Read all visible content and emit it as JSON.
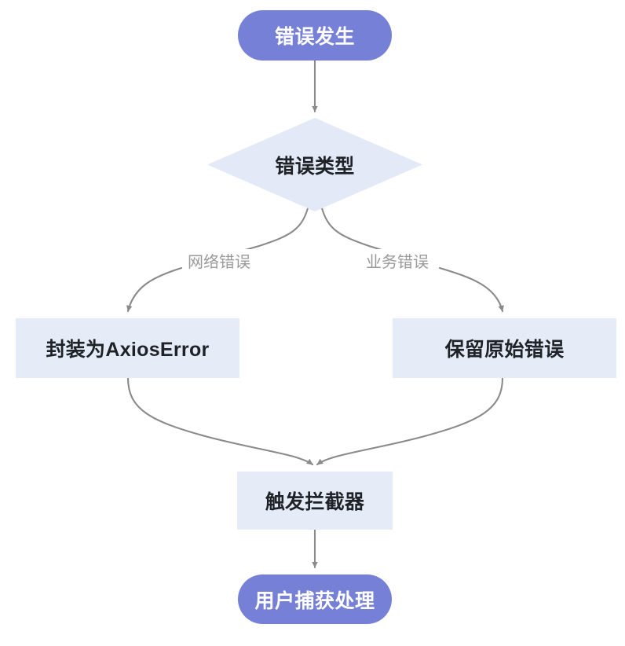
{
  "diagram": {
    "type": "flowchart",
    "direction": "top-to-bottom",
    "background_color": "#ffffff",
    "colors": {
      "terminal_fill": "#7580d6",
      "terminal_text": "#ffffff",
      "process_fill": "#e6ecf7",
      "process_text": "#1f2328",
      "decision_fill": "#e3e9f6",
      "edge_stroke": "#8a8a8a",
      "edge_label_text": "#9a9a9a"
    },
    "nodes": [
      {
        "id": "start",
        "label": "错误发生",
        "shape": "stadium",
        "role": "terminal-start"
      },
      {
        "id": "decision",
        "label": "错误类型",
        "shape": "diamond",
        "role": "decision"
      },
      {
        "id": "wrap_axios",
        "label": "封装为AxiosError",
        "shape": "rectangle",
        "role": "process"
      },
      {
        "id": "keep_origin",
        "label": "保留原始错误",
        "shape": "rectangle",
        "role": "process"
      },
      {
        "id": "interceptor",
        "label": "触发拦截器",
        "shape": "rectangle",
        "role": "process"
      },
      {
        "id": "user_catch",
        "label": "用户捕获处理",
        "shape": "stadium",
        "role": "terminal-end"
      }
    ],
    "edges": [
      {
        "id": "e1",
        "from": "start",
        "to": "decision",
        "label": ""
      },
      {
        "id": "e2",
        "from": "decision",
        "to": "wrap_axios",
        "label": "网络错误"
      },
      {
        "id": "e3",
        "from": "decision",
        "to": "keep_origin",
        "label": "业务错误"
      },
      {
        "id": "e4",
        "from": "wrap_axios",
        "to": "interceptor",
        "label": ""
      },
      {
        "id": "e5",
        "from": "keep_origin",
        "to": "interceptor",
        "label": ""
      },
      {
        "id": "e6",
        "from": "interceptor",
        "to": "user_catch",
        "label": ""
      }
    ]
  }
}
